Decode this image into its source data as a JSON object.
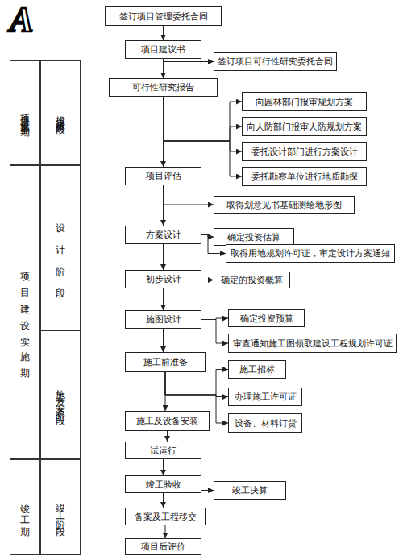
{
  "diagram": {
    "nodes": [
      {
        "text": [
          "签订项目管理委托合同"
        ]
      },
      {
        "text": [
          "项目建议书"
        ]
      },
      {
        "text": [
          "签订项目可行性研究委托合同"
        ]
      },
      {
        "text": [
          "项目建设准备期"
        ]
      },
      {
        "text": [
          "投资决策阶段"
        ]
      },
      {
        "text": [
          "可行性研究报告"
        ]
      },
      {
        "text": [
          "向园林部门报审规划方案"
        ]
      },
      {
        "text": [
          "向人防部门报审人防规划方案"
        ]
      },
      {
        "text": [
          "委托设计部门进行方案设计"
        ]
      },
      {
        "text": [
          "委托勘察单位进行地质勘探"
        ]
      },
      {
        "text": [
          "项目建设实施期"
        ]
      },
      {
        "text": [
          "设计阶段"
        ]
      },
      {
        "text": [
          "项目评估"
        ]
      },
      {
        "text": [
          "取得划意见书基础测绘地形图"
        ]
      },
      {
        "text": [
          "方案设计"
        ]
      },
      {
        "text": [
          "确定投资估算"
        ]
      },
      {
        "text": [
          "取得用地规划许可证，审定设计方案通知"
        ]
      },
      {
        "text": [
          "初步设计"
        ]
      },
      {
        "text": [
          "确定的投资概算"
        ]
      },
      {
        "text": [
          "施图设计"
        ]
      },
      {
        "text": [
          "确定投资预算"
        ]
      },
      {
        "text": [
          "审查通知施工图领取建设工程规划许可证"
        ]
      },
      {
        "text": [
          "施工及安装阶段"
        ]
      },
      {
        "text": [
          "施工前准备"
        ]
      },
      {
        "text": [
          "施工招标"
        ]
      },
      {
        "text": [
          "办理施工许可证"
        ]
      },
      {
        "text": [
          "设备、材料订货"
        ]
      },
      {
        "text": [
          "施工及设备安装"
        ]
      },
      {
        "text": [
          "试运行"
        ]
      },
      {
        "text": [
          "竣工期"
        ]
      },
      {
        "text": [
          "竣工阶段"
        ]
      },
      {
        "text": [
          "竣工验收"
        ]
      },
      {
        "text": [
          "竣工决算"
        ]
      },
      {
        "text": [
          "备案及工程移交"
        ]
      },
      {
        "text": [
          "项目后评价"
        ]
      }
    ],
    "edges": [
      {
        "from": 0,
        "to": 1,
        "arrow": "to"
      },
      {
        "from": 1,
        "to": 2,
        "arrow": "to"
      },
      {
        "from": 1,
        "to": 5,
        "arrow": "to"
      },
      {
        "from": 5,
        "to": 6,
        "arrow": "to"
      },
      {
        "from": 5,
        "to": 7,
        "arrow": "to"
      },
      {
        "from": 5,
        "to": 8,
        "arrow": "to"
      },
      {
        "from": 5,
        "to": 9,
        "arrow": "to"
      },
      {
        "from": 5,
        "to": 12,
        "arrow": "to"
      },
      {
        "from": 12,
        "to": 13,
        "arrow": "to"
      },
      {
        "from": 12,
        "to": 14,
        "arrow": "to"
      },
      {
        "from": 14,
        "to": 15,
        "arrow": "to"
      },
      {
        "from": 14,
        "to": 16,
        "arrow": "to"
      },
      {
        "from": 14,
        "to": 17,
        "arrow": "to"
      },
      {
        "from": 17,
        "to": 18,
        "arrow": "to"
      },
      {
        "from": 17,
        "to": 19,
        "arrow": "to"
      },
      {
        "from": 19,
        "to": 20,
        "arrow": "to"
      },
      {
        "from": 19,
        "to": 21,
        "arrow": "to"
      },
      {
        "from": 19,
        "to": 23,
        "arrow": "to"
      },
      {
        "from": 23,
        "to": 24,
        "arrow": "to"
      },
      {
        "from": 23,
        "to": 25,
        "arrow": "to"
      },
      {
        "from": 23,
        "to": 26,
        "arrow": "to"
      },
      {
        "from": 23,
        "to": 27,
        "arrow": "to"
      },
      {
        "from": 27,
        "to": 28,
        "arrow": "to"
      },
      {
        "from": 28,
        "to": 31,
        "arrow": "to"
      },
      {
        "from": 31,
        "to": 32,
        "arrow": "to"
      },
      {
        "from": 31,
        "to": 33,
        "arrow": "to"
      },
      {
        "from": 33,
        "to": 34,
        "arrow": "to"
      }
    ],
    "labels": [
      "A"
    ]
  }
}
